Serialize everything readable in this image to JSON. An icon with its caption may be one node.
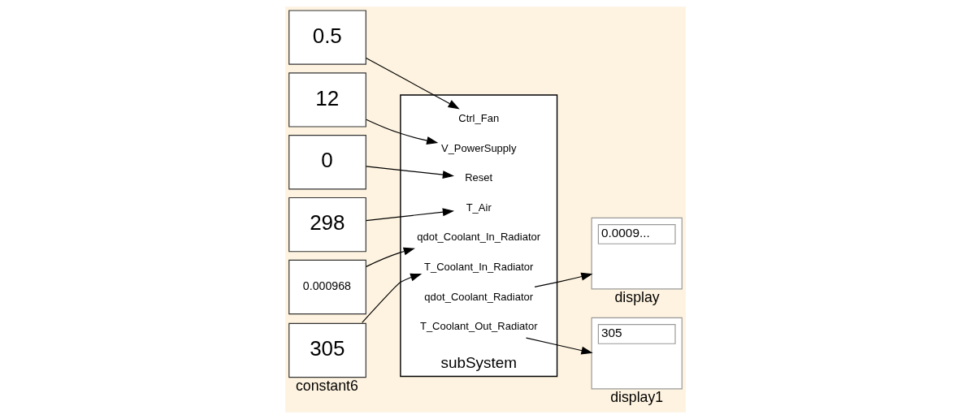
{
  "diagram": {
    "nodes": [
      {
        "text": [
          "0.5"
        ]
      },
      {
        "text": [
          "12"
        ]
      },
      {
        "text": [
          "0"
        ]
      },
      {
        "text": [
          "298"
        ]
      },
      {
        "text": [
          "0.000968"
        ]
      },
      {
        "text": [
          "305",
          "constant6"
        ]
      },
      {
        "text": [
          "subSystem"
        ]
      },
      {
        "text": [
          "Ctrl_Fan"
        ],
        "in": 6
      },
      {
        "text": [
          "V_PowerSupply"
        ],
        "in": 6
      },
      {
        "text": [
          "Reset"
        ],
        "in": 6
      },
      {
        "text": [
          "T_Air"
        ],
        "in": 6
      },
      {
        "text": [
          "qdot_Coolant_In_Radiator"
        ],
        "in": 6
      },
      {
        "text": [
          "T_Coolant_In_Radiator"
        ],
        "in": 6
      },
      {
        "text": [
          "qdot_Coolant_Radiator"
        ],
        "in": 6
      },
      {
        "text": [
          "T_Coolant_Out_Radiator"
        ],
        "in": 6
      },
      {
        "text": [
          "0.0009...",
          "display"
        ]
      },
      {
        "text": [
          "305",
          "display1"
        ]
      }
    ],
    "edges": [
      {
        "from": 0,
        "to": 7,
        "arrow": "to"
      },
      {
        "from": 1,
        "to": 8,
        "arrow": "to"
      },
      {
        "from": 2,
        "to": 9,
        "arrow": "to"
      },
      {
        "from": 3,
        "to": 10,
        "arrow": "to"
      },
      {
        "from": 4,
        "to": 11,
        "arrow": "to"
      },
      {
        "from": 5,
        "to": 12,
        "arrow": "to"
      },
      {
        "from": 13,
        "to": 15,
        "arrow": "to"
      },
      {
        "from": 14,
        "to": 16,
        "arrow": "to"
      }
    ]
  }
}
